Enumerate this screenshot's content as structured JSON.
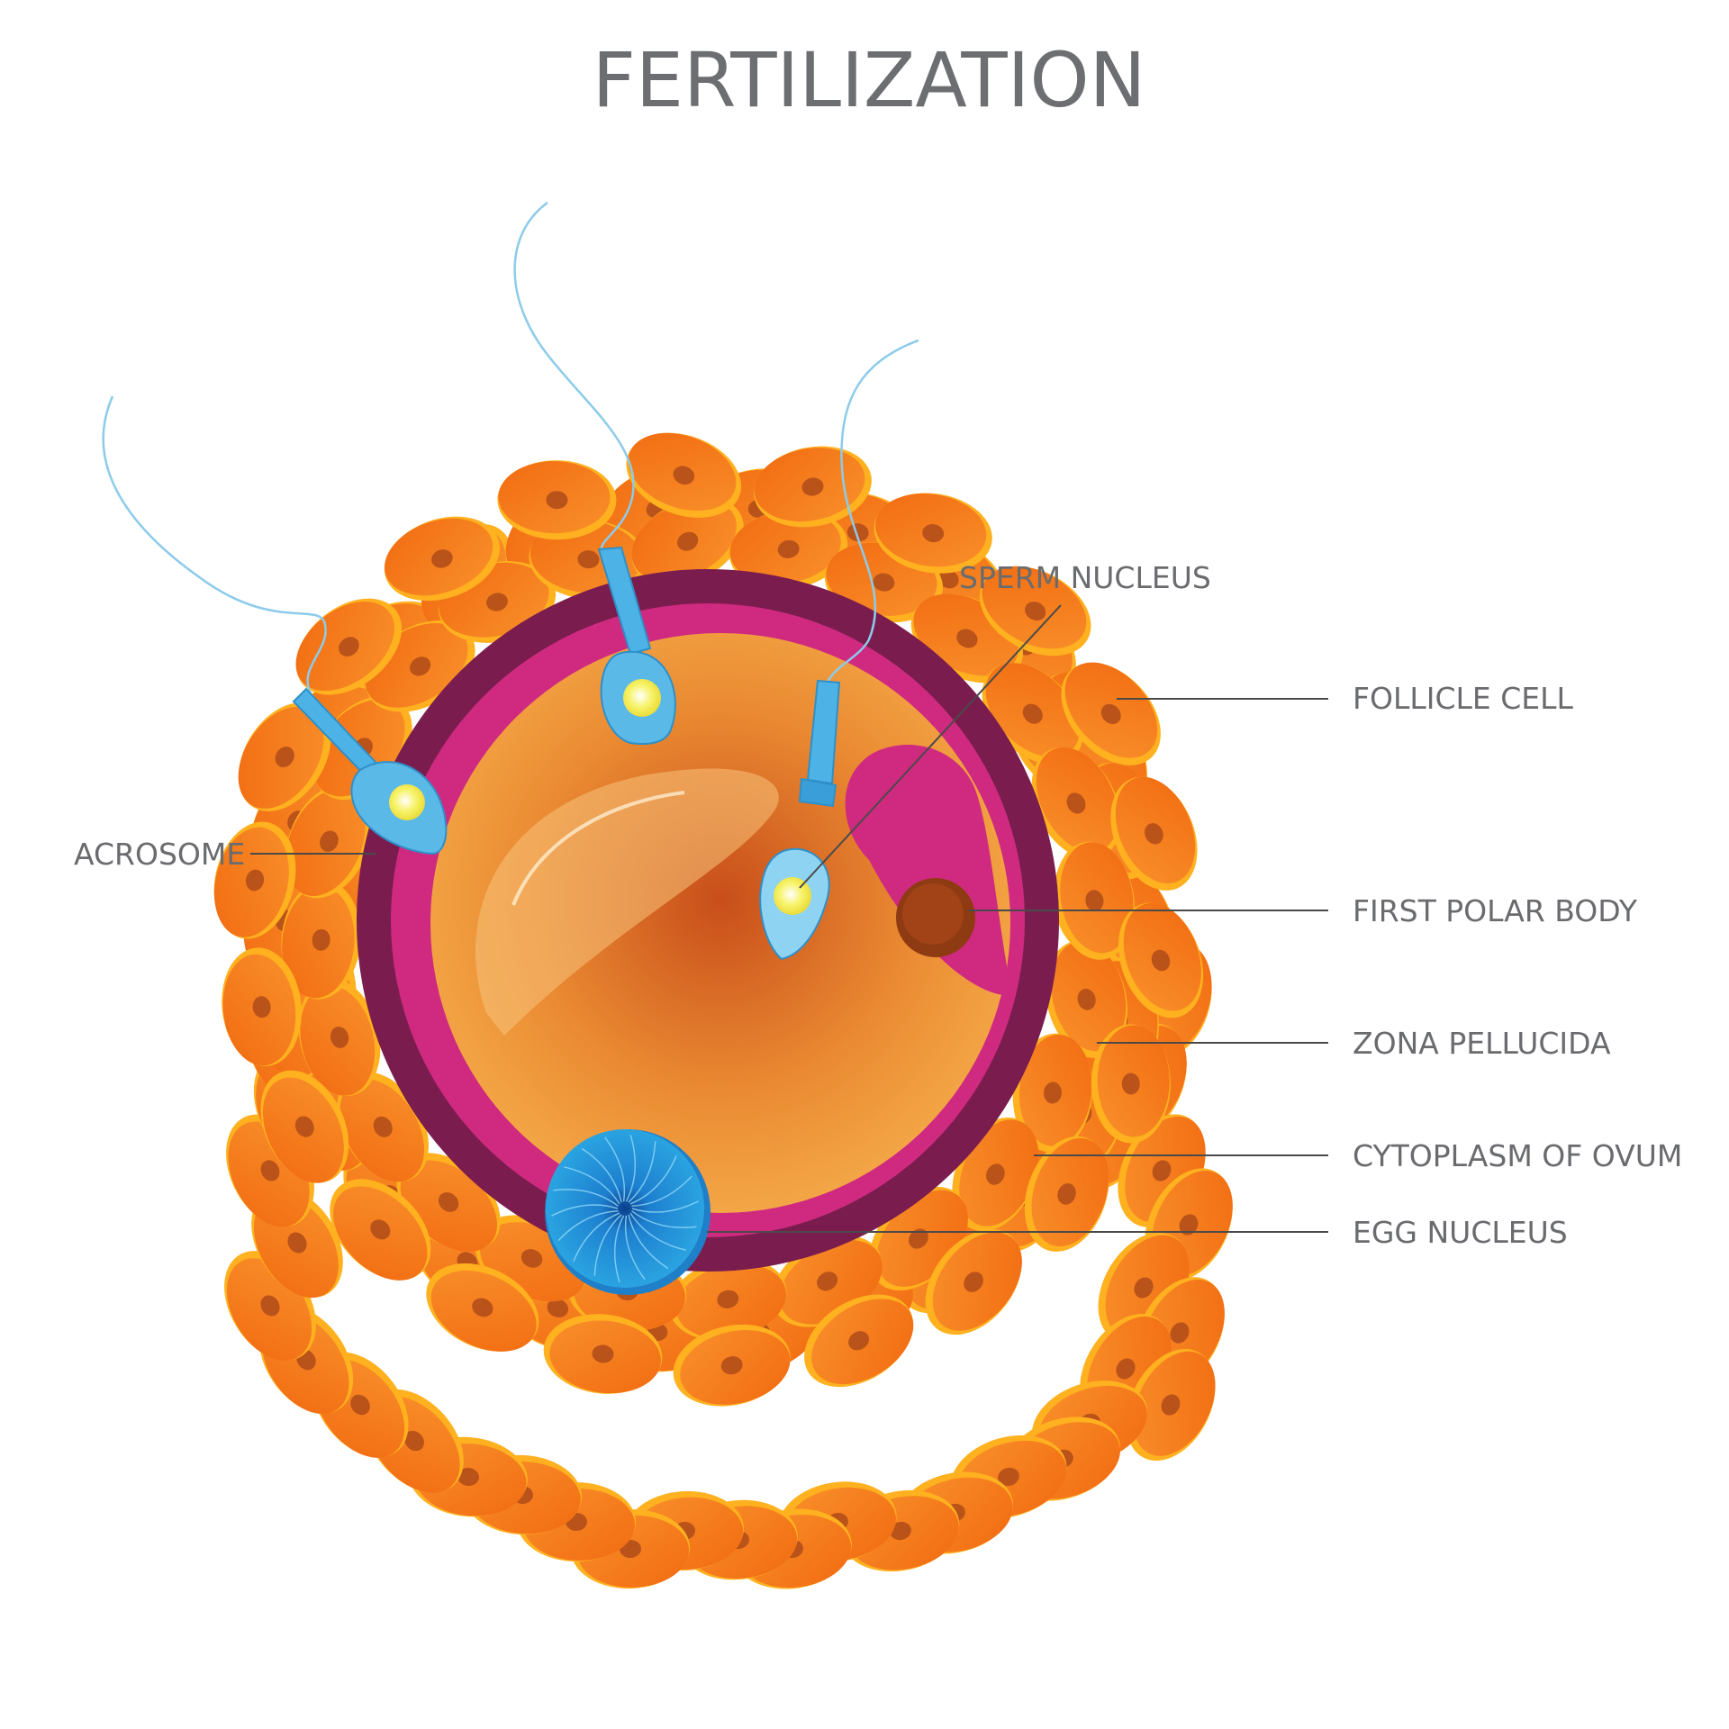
{
  "title": "FERTILIZATION",
  "labels": {
    "sperm_nucleus": "SPERM NUCLEUS",
    "follicle_cell": "FOLLICLE CELL",
    "acrosome": "ACROSOME",
    "first_polar_body": "FIRST POLAR BODY",
    "zona_pellucida": "ZONA PELLUCIDA",
    "cytoplasm_of_ovum": "CYTOPLASM OF OVUM",
    "egg_nucleus": "EGG NUCLEUS"
  },
  "colors": {
    "follicle": "#f57c1f",
    "follicle_rim": "#ffb11f",
    "follicle_nucleus": "#b9531a",
    "zona_outer": "#7a1d4e",
    "zona_inner": "#cf2a80",
    "cytoplasm": "#f29b3a",
    "egg_nucleus": "#2aa5df",
    "sperm": "#4db3e6",
    "sperm_nucleus": "#f7f36a",
    "polar_body": "#8e3a12"
  }
}
